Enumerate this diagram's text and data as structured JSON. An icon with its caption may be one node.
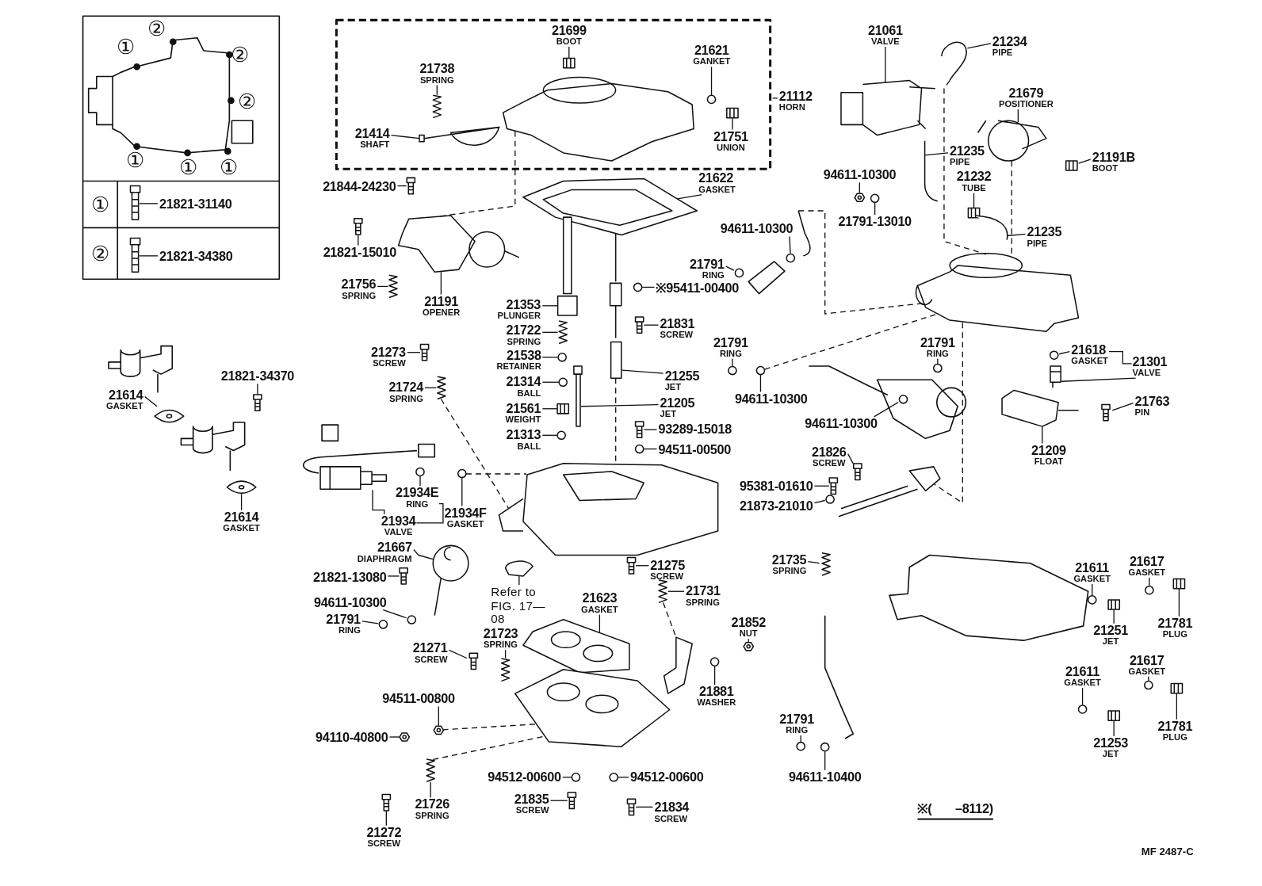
{
  "diagram": {
    "nodes": [
      {
        "text": [
          "21821-31140"
        ]
      },
      {
        "text": [
          "21821-34380"
        ]
      },
      {
        "text": [
          "21699",
          "BOOT"
        ]
      },
      {
        "text": [
          "21738",
          "SPRING"
        ]
      },
      {
        "text": [
          "21621",
          "GANKET"
        ]
      },
      {
        "text": [
          "21112",
          "HORN"
        ]
      },
      {
        "text": [
          "21414",
          "SHAFT"
        ]
      },
      {
        "text": [
          "21751",
          "UNION"
        ]
      },
      {
        "text": [
          "21844-24230"
        ]
      },
      {
        "text": [
          "21622",
          "GASKET"
        ]
      },
      {
        "text": [
          "21821-15010"
        ]
      },
      {
        "text": [
          "21756",
          "SPRING"
        ]
      },
      {
        "text": [
          "21191",
          "OPENER"
        ]
      },
      {
        "text": [
          "21353",
          "PLUNGER"
        ]
      },
      {
        "text": [
          "※95411-00400"
        ]
      },
      {
        "text": [
          "21722",
          "SPRING"
        ]
      },
      {
        "text": [
          "21831",
          "SCREW"
        ]
      },
      {
        "text": [
          "21538",
          "RETAINER"
        ]
      },
      {
        "text": [
          "21314",
          "BALL"
        ]
      },
      {
        "text": [
          "21255",
          "JET"
        ]
      },
      {
        "text": [
          "21561",
          "WEIGHT"
        ]
      },
      {
        "text": [
          "21205",
          "JET"
        ]
      },
      {
        "text": [
          "93289-15018"
        ]
      },
      {
        "text": [
          "21313",
          "BALL"
        ]
      },
      {
        "text": [
          "94511-00500"
        ]
      },
      {
        "text": [
          "21273",
          "SCREW"
        ]
      },
      {
        "text": [
          "21724",
          "SPRING"
        ]
      },
      {
        "text": [
          "21821-34370"
        ]
      },
      {
        "text": [
          "21614",
          "GASKET"
        ]
      },
      {
        "text": [
          "21614",
          "GASKET"
        ]
      },
      {
        "text": [
          "21934E",
          "RING"
        ]
      },
      {
        "text": [
          "21934",
          "VALVE"
        ]
      },
      {
        "text": [
          "21934F",
          "GASKET"
        ]
      },
      {
        "text": [
          "21667",
          "DIAPHRAGM"
        ]
      },
      {
        "text": [
          "21821-13080"
        ]
      },
      {
        "text": [
          "94611-10300"
        ]
      },
      {
        "text": [
          "21791",
          "RING"
        ]
      },
      {
        "text": [
          "Refer to FIG. 17—08"
        ]
      },
      {
        "text": [
          "21623",
          "GASKET"
        ]
      },
      {
        "text": [
          "21275",
          "SCREW"
        ]
      },
      {
        "text": [
          "21731",
          "SPRING"
        ]
      },
      {
        "text": [
          "21723",
          "SPRING"
        ]
      },
      {
        "text": [
          "21271",
          "SCREW"
        ]
      },
      {
        "text": [
          "21852",
          "NUT"
        ]
      },
      {
        "text": [
          "21881",
          "WASHER"
        ]
      },
      {
        "text": [
          "94511-00800"
        ]
      },
      {
        "text": [
          "94110-40800"
        ]
      },
      {
        "text": [
          "94512-00600"
        ]
      },
      {
        "text": [
          "94512-00600"
        ]
      },
      {
        "text": [
          "21835",
          "SCREW"
        ]
      },
      {
        "text": [
          "21834",
          "SCREW"
        ]
      },
      {
        "text": [
          "21726",
          "SPRING"
        ]
      },
      {
        "text": [
          "21272",
          "SCREW"
        ]
      },
      {
        "text": [
          "21061",
          "VALVE"
        ]
      },
      {
        "text": [
          "21234",
          "PIPE"
        ]
      },
      {
        "text": [
          "21679",
          "POSITIONER"
        ]
      },
      {
        "text": [
          "21191B",
          "BOOT"
        ]
      },
      {
        "text": [
          "21235",
          "PIPE"
        ]
      },
      {
        "text": [
          "94611-10300"
        ]
      },
      {
        "text": [
          "21232",
          "TUBE"
        ]
      },
      {
        "text": [
          "21791-13010"
        ]
      },
      {
        "text": [
          "94611-10300"
        ]
      },
      {
        "text": [
          "21235",
          "PIPE"
        ]
      },
      {
        "text": [
          "21791",
          "RING"
        ]
      },
      {
        "text": [
          "21791",
          "RING"
        ]
      },
      {
        "text": [
          "94611-10300"
        ]
      },
      {
        "text": [
          "21791",
          "RING"
        ]
      },
      {
        "text": [
          "94611-10300"
        ]
      },
      {
        "text": [
          "21618",
          "GASKET"
        ]
      },
      {
        "text": [
          "21301",
          "VALVE"
        ]
      },
      {
        "text": [
          "21763",
          "PIN"
        ]
      },
      {
        "text": [
          "21209",
          "FLOAT"
        ]
      },
      {
        "text": [
          "21826",
          "SCREW"
        ]
      },
      {
        "text": [
          "95381-01610"
        ]
      },
      {
        "text": [
          "21873-21010"
        ]
      },
      {
        "text": [
          "21735",
          "SPRING"
        ]
      },
      {
        "text": [
          "21791",
          "RING"
        ]
      },
      {
        "text": [
          "94611-10400"
        ]
      },
      {
        "text": [
          "21611",
          "GASKET"
        ]
      },
      {
        "text": [
          "21251",
          "JET"
        ]
      },
      {
        "text": [
          "21617",
          "GASKET"
        ]
      },
      {
        "text": [
          "21781",
          "PLUG"
        ]
      },
      {
        "text": [
          "21611",
          "GASKET"
        ]
      },
      {
        "text": [
          "21253",
          "JET"
        ]
      },
      {
        "text": [
          "21617",
          "GASKET"
        ]
      },
      {
        "text": [
          "21781",
          "PLUG"
        ]
      },
      {
        "text": [],
        "shape": "box"
      },
      {
        "text": [],
        "shape": "box"
      },
      {
        "text": [],
        "shape": "picture"
      },
      {
        "text": [],
        "shape": "picture"
      },
      {
        "text": [],
        "shape": "circle"
      },
      {
        "text": [],
        "shape": "picture"
      },
      {
        "text": [],
        "shape": "picture"
      },
      {
        "text": [],
        "shape": "box"
      },
      {
        "text": [],
        "shape": "picture"
      },
      {
        "text": [],
        "shape": "box"
      },
      {
        "text": [],
        "shape": "picture"
      },
      {
        "text": [],
        "shape": "picture"
      },
      {
        "text": [],
        "shape": "picture"
      },
      {
        "text": [],
        "shape": "circle"
      },
      {
        "text": [],
        "shape": "picture"
      },
      {
        "text": [],
        "shape": "box"
      },
      {
        "text": [],
        "shape": "circle"
      },
      {
        "text": [],
        "shape": "circle"
      },
      {
        "text": [],
        "shape": "picture"
      },
      {
        "text": [],
        "shape": "picture"
      },
      {
        "text": [],
        "shape": "picture"
      },
      {
        "text": [],
        "shape": "box"
      },
      {
        "text": [],
        "shape": "circle"
      },
      {
        "text": [],
        "shape": "circle"
      },
      {
        "text": [],
        "shape": "box"
      },
      {
        "text": [],
        "shape": "picture"
      },
      {
        "text": [],
        "shape": "box"
      },
      {
        "text": [],
        "shape": "picture"
      },
      {
        "text": [],
        "shape": "picture"
      },
      {
        "text": [],
        "shape": "circle"
      },
      {
        "text": [],
        "shape": "picture"
      },
      {
        "text": [],
        "shape": "circle"
      },
      {
        "text": [],
        "shape": "picture"
      },
      {
        "text": [],
        "shape": "box"
      },
      {
        "text": [],
        "shape": "circle"
      },
      {
        "text": [],
        "shape": "circle"
      },
      {
        "text": [],
        "shape": "picture"
      },
      {
        "text": [],
        "shape": "picture"
      },
      {
        "text": [],
        "shape": "box"
      },
      {
        "text": [],
        "shape": "picture"
      },
      {
        "text": [],
        "shape": "picture"
      },
      {
        "text": [],
        "shape": "box"
      },
      {
        "text": [],
        "shape": "picture"
      },
      {
        "text": [],
        "shape": "circle"
      },
      {
        "text": [],
        "shape": "picture"
      },
      {
        "text": [],
        "shape": "picture"
      },
      {
        "text": [],
        "shape": "circle"
      },
      {
        "text": [],
        "shape": "circle"
      },
      {
        "text": [],
        "shape": "box"
      },
      {
        "text": [],
        "shape": "box"
      },
      {
        "text": [],
        "shape": "picture"
      },
      {
        "text": [],
        "shape": "box"
      },
      {
        "text": [],
        "shape": "picture"
      },
      {
        "text": [],
        "shape": "picture"
      },
      {
        "text": [],
        "shape": "picture"
      },
      {
        "text": [],
        "shape": "picture"
      },
      {
        "text": [],
        "shape": "picture"
      },
      {
        "text": [],
        "shape": "picture"
      },
      {
        "text": [],
        "shape": "picture"
      },
      {
        "text": [],
        "shape": "circle"
      },
      {
        "text": [],
        "shape": "circle"
      },
      {
        "text": [],
        "shape": "picture"
      },
      {
        "text": [],
        "shape": "circle"
      },
      {
        "text": [],
        "shape": "circle"
      },
      {
        "text": [],
        "shape": "circle"
      },
      {
        "text": [],
        "shape": "circle"
      },
      {
        "text": [],
        "shape": "circle"
      },
      {
        "text": [],
        "shape": "circle"
      },
      {
        "text": [],
        "shape": "picture"
      },
      {
        "text": [],
        "shape": "box"
      },
      {
        "text": [],
        "shape": "picture"
      },
      {
        "text": [],
        "shape": "box"
      },
      {
        "text": [],
        "shape": "box"
      },
      {
        "text": [],
        "shape": "circle"
      },
      {
        "text": [],
        "shape": "picture"
      },
      {
        "text": [],
        "shape": "circle"
      },
      {
        "text": [],
        "shape": "circle"
      },
      {
        "text": [],
        "shape": "circle"
      },
      {
        "text": [],
        "shape": "picture"
      },
      {
        "text": [],
        "shape": "circle"
      },
      {
        "text": [],
        "shape": "picture"
      },
      {
        "text": [],
        "shape": "circle"
      },
      {
        "text": [],
        "shape": "picture"
      },
      {
        "text": [],
        "shape": "circle"
      },
      {
        "text": [],
        "shape": "picture"
      },
      {
        "text": [],
        "shape": "picture"
      },
      {
        "text": [],
        "shape": "picture"
      },
      {
        "text": [],
        "shape": "picture"
      },
      {
        "text": [],
        "shape": "picture"
      },
      {
        "text": [],
        "shape": "picture"
      },
      {
        "text": [],
        "shape": "picture"
      }
    ],
    "edges": [
      {
        "from": 0,
        "to": 86,
        "arrow": "none"
      },
      {
        "from": 1,
        "to": 87,
        "arrow": "none"
      },
      {
        "from": 2,
        "to": 88,
        "arrow": "none"
      },
      {
        "from": 3,
        "to": 89,
        "arrow": "none"
      },
      {
        "from": 4,
        "to": 90,
        "arrow": "none"
      },
      {
        "from": 5,
        "to": null,
        "arrow": "none"
      },
      {
        "from": 6,
        "to": 91,
        "arrow": "none"
      },
      {
        "from": 7,
        "to": 92,
        "arrow": "none"
      },
      {
        "from": 8,
        "to": 93,
        "arrow": "none"
      },
      {
        "from": 9,
        "to": 94,
        "arrow": "none"
      },
      {
        "from": 10,
        "to": 95,
        "arrow": "none"
      },
      {
        "from": 11,
        "to": 96,
        "arrow": "none"
      },
      {
        "from": 12,
        "to": 97,
        "arrow": "none"
      },
      {
        "from": 13,
        "to": 98,
        "arrow": "none"
      },
      {
        "from": 14,
        "to": 99,
        "arrow": "none"
      },
      {
        "from": 15,
        "to": 100,
        "arrow": "none"
      },
      {
        "from": 16,
        "to": 101,
        "arrow": "none"
      },
      {
        "from": 17,
        "to": 102,
        "arrow": "none"
      },
      {
        "from": 18,
        "to": 103,
        "arrow": "none"
      },
      {
        "from": 19,
        "to": 104,
        "arrow": "none"
      },
      {
        "from": 20,
        "to": 105,
        "arrow": "none"
      },
      {
        "from": 21,
        "to": 106,
        "arrow": "none"
      },
      {
        "from": 22,
        "to": 107,
        "arrow": "none"
      },
      {
        "from": 23,
        "to": 108,
        "arrow": "none"
      },
      {
        "from": 24,
        "to": 109,
        "arrow": "none"
      },
      {
        "from": 25,
        "to": 110,
        "arrow": "none"
      },
      {
        "from": 26,
        "to": 111,
        "arrow": "none"
      },
      {
        "from": 27,
        "to": 112,
        "arrow": "none"
      },
      {
        "from": 28,
        "to": 113,
        "arrow": "none"
      },
      {
        "from": 29,
        "to": 114,
        "arrow": "none"
      },
      {
        "from": 30,
        "to": 115,
        "arrow": "none"
      },
      {
        "from": 31,
        "to": 116,
        "arrow": "none"
      },
      {
        "from": 31,
        "to": 30,
        "arrow": "none"
      },
      {
        "from": 32,
        "to": 117,
        "arrow": "none"
      },
      {
        "from": 33,
        "to": 118,
        "arrow": "none"
      },
      {
        "from": 34,
        "to": 119,
        "arrow": "none"
      },
      {
        "from": 35,
        "to": 120,
        "arrow": "none"
      },
      {
        "from": 36,
        "to": 121,
        "arrow": "none"
      },
      {
        "from": 37,
        "to": 122,
        "arrow": "none"
      },
      {
        "from": 38,
        "to": 123,
        "arrow": "none"
      },
      {
        "from": 39,
        "to": 124,
        "arrow": "none"
      },
      {
        "from": 40,
        "to": 125,
        "arrow": "none"
      },
      {
        "from": 41,
        "to": 126,
        "arrow": "none"
      },
      {
        "from": 42,
        "to": 127,
        "arrow": "none"
      },
      {
        "from": 43,
        "to": 128,
        "arrow": "none"
      },
      {
        "from": 44,
        "to": 129,
        "arrow": "none"
      },
      {
        "from": 45,
        "to": 130,
        "arrow": "none"
      },
      {
        "from": 46,
        "to": 131,
        "arrow": "none"
      },
      {
        "from": 47,
        "to": 132,
        "arrow": "none"
      },
      {
        "from": 48,
        "to": 133,
        "arrow": "none"
      },
      {
        "from": 49,
        "to": 134,
        "arrow": "none"
      },
      {
        "from": 50,
        "to": 135,
        "arrow": "none"
      },
      {
        "from": 51,
        "to": 136,
        "arrow": "none"
      },
      {
        "from": 52,
        "to": 137,
        "arrow": "none"
      },
      {
        "from": 53,
        "to": 138,
        "arrow": "none"
      },
      {
        "from": 54,
        "to": 139,
        "arrow": "none"
      },
      {
        "from": 55,
        "to": 140,
        "arrow": "none"
      },
      {
        "from": 56,
        "to": 141,
        "arrow": "none"
      },
      {
        "from": 57,
        "to": 142,
        "arrow": "none"
      },
      {
        "from": 58,
        "to": 143,
        "arrow": "none"
      },
      {
        "from": 59,
        "to": 144,
        "arrow": "none"
      },
      {
        "from": 60,
        "to": 145,
        "arrow": "none"
      },
      {
        "from": 61,
        "to": 146,
        "arrow": "none"
      },
      {
        "from": 62,
        "to": 147,
        "arrow": "none"
      },
      {
        "from": 63,
        "to": 148,
        "arrow": "none"
      },
      {
        "from": 64,
        "to": 149,
        "arrow": "none"
      },
      {
        "from": 65,
        "to": 150,
        "arrow": "none"
      },
      {
        "from": 66,
        "to": 151,
        "arrow": "none"
      },
      {
        "from": 67,
        "to": 152,
        "arrow": "none"
      },
      {
        "from": 68,
        "to": 153,
        "arrow": "none"
      },
      {
        "from": 69,
        "to": 154,
        "arrow": "none"
      },
      {
        "from": 69,
        "to": 68,
        "arrow": "none"
      },
      {
        "from": 70,
        "to": 155,
        "arrow": "none"
      },
      {
        "from": 71,
        "to": 156,
        "arrow": "none"
      },
      {
        "from": 72,
        "to": 157,
        "arrow": "none"
      },
      {
        "from": 73,
        "to": 158,
        "arrow": "none"
      },
      {
        "from": 74,
        "to": 159,
        "arrow": "none"
      },
      {
        "from": 75,
        "to": 160,
        "arrow": "none"
      },
      {
        "from": 76,
        "to": 161,
        "arrow": "none"
      },
      {
        "from": 77,
        "to": 162,
        "arrow": "none"
      },
      {
        "from": 78,
        "to": 163,
        "arrow": "none"
      },
      {
        "from": 79,
        "to": 164,
        "arrow": "none"
      },
      {
        "from": 80,
        "to": 165,
        "arrow": "none"
      },
      {
        "from": 81,
        "to": 166,
        "arrow": "none"
      },
      {
        "from": 82,
        "to": 167,
        "arrow": "none"
      },
      {
        "from": 83,
        "to": 168,
        "arrow": "none"
      },
      {
        "from": 84,
        "to": 169,
        "arrow": "none"
      },
      {
        "from": 85,
        "to": 170,
        "arrow": "none"
      },
      {
        "from": 171,
        "to": 97,
        "arrow": "none",
        "style": "dashed"
      },
      {
        "from": 111,
        "to": 172,
        "arrow": "none",
        "style": "dashed"
      },
      {
        "from": 117,
        "to": 172,
        "arrow": "none",
        "style": "dashed"
      },
      {
        "from": 104,
        "to": 172,
        "arrow": "none",
        "style": "dashed"
      },
      {
        "from": 125,
        "to": 173,
        "arrow": "none",
        "style": "dashed"
      },
      {
        "from": 130,
        "to": 173,
        "arrow": "none",
        "style": "dashed"
      },
      {
        "from": 136,
        "to": 173,
        "arrow": "none",
        "style": "dashed"
      },
      {
        "from": 175,
        "to": 174,
        "arrow": "none",
        "style": "dashed"
      },
      {
        "from": 139,
        "to": 174,
        "arrow": "none",
        "style": "dashed"
      },
      {
        "from": 140,
        "to": 174,
        "arrow": "none",
        "style": "dashed"
      },
      {
        "from": 150,
        "to": 174,
        "arrow": "none",
        "style": "dashed"
      },
      {
        "from": 174,
        "to": 176,
        "arrow": "none",
        "style": "dashed"
      }
    ],
    "labels": [
      "②",
      "①",
      "②",
      "②",
      "①",
      "①",
      "①",
      "①",
      "②",
      "※(       –8112)",
      "MF 2487-C"
    ]
  }
}
